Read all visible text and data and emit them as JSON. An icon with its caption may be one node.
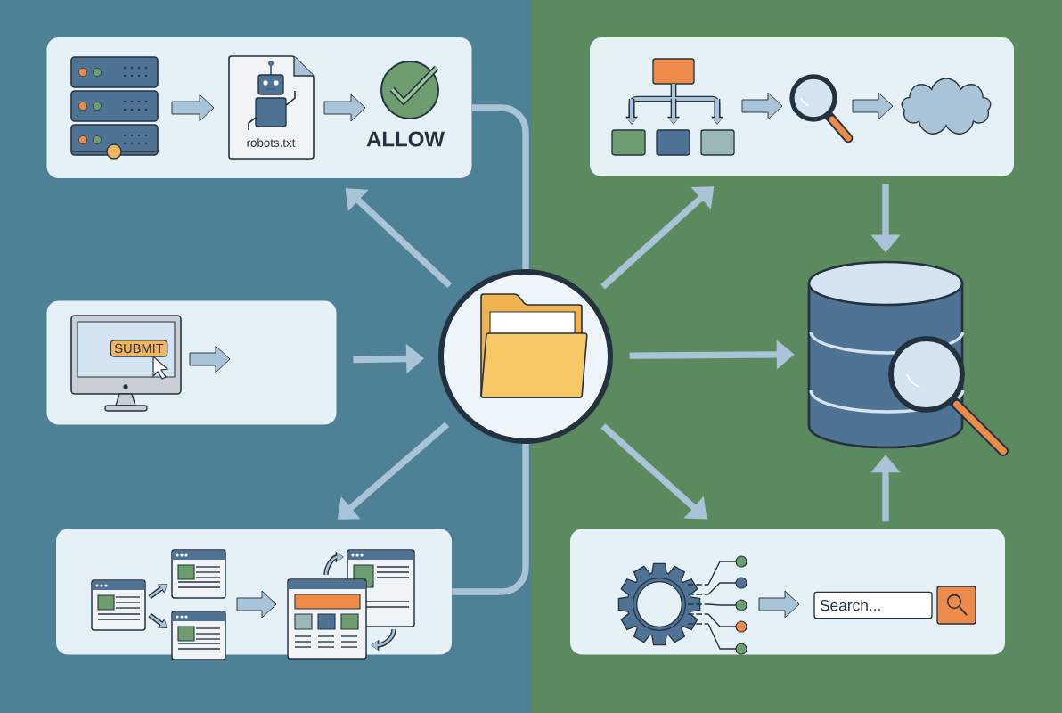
{
  "diagram": {
    "nodes": [
      {
        "text": [
          "robots.txt",
          "ALLOW"
        ]
      },
      {
        "text": [
          "SUBMIT"
        ]
      },
      {
        "text": [],
        "shape": "box"
      },
      {
        "text": [],
        "shape": "circle"
      },
      {
        "text": [],
        "shape": "box"
      },
      {
        "text": [],
        "shape": "cylinder"
      },
      {
        "text": [
          "Search..."
        ]
      }
    ],
    "edges": [
      {
        "from": 3,
        "to": 0,
        "arrow": "to"
      },
      {
        "from": 0,
        "to": 3,
        "arrow": "none"
      },
      {
        "from": 1,
        "to": 3,
        "arrow": "to"
      },
      {
        "from": 3,
        "to": 2,
        "arrow": "to"
      },
      {
        "from": 2,
        "to": 3,
        "arrow": "none"
      },
      {
        "from": 3,
        "to": 4,
        "arrow": "to"
      },
      {
        "from": 3,
        "to": 5,
        "arrow": "to"
      },
      {
        "from": 3,
        "to": 6,
        "arrow": "to"
      },
      {
        "from": 4,
        "to": 5,
        "arrow": "to"
      },
      {
        "from": 6,
        "to": 5,
        "arrow": "to"
      }
    ]
  }
}
